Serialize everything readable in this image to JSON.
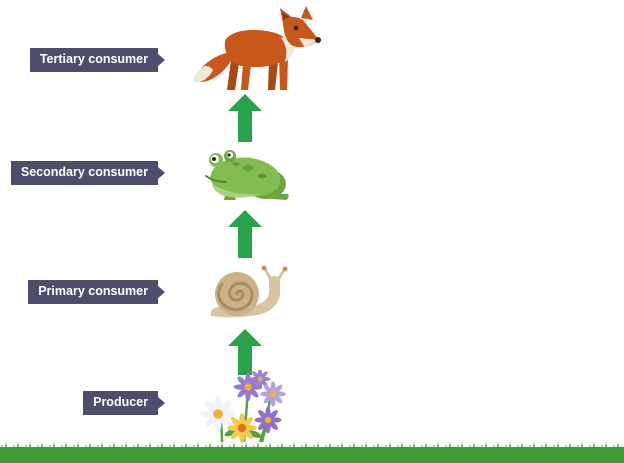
{
  "diagram": {
    "name": "food chain",
    "levels": [
      {
        "label": "Tertiary consumer",
        "organism": "fox"
      },
      {
        "label": "Secondary consumer",
        "organism": "frog"
      },
      {
        "label": "Primary consumer",
        "organism": "snail"
      },
      {
        "label": "Producer",
        "organism": "flowers"
      }
    ],
    "arrow_direction": "up",
    "arrow_count": 3,
    "colors": {
      "label_bg": "#4e4e6c",
      "label_text": "#ffffff",
      "arrow": "#2aa14b",
      "grass": "#3f9c35",
      "fox": "#c8571c",
      "frog": "#83bd52",
      "snail_shell": "#cbb088",
      "flower_purple": "#977bd3",
      "flower_center": "#f0b22c"
    }
  }
}
